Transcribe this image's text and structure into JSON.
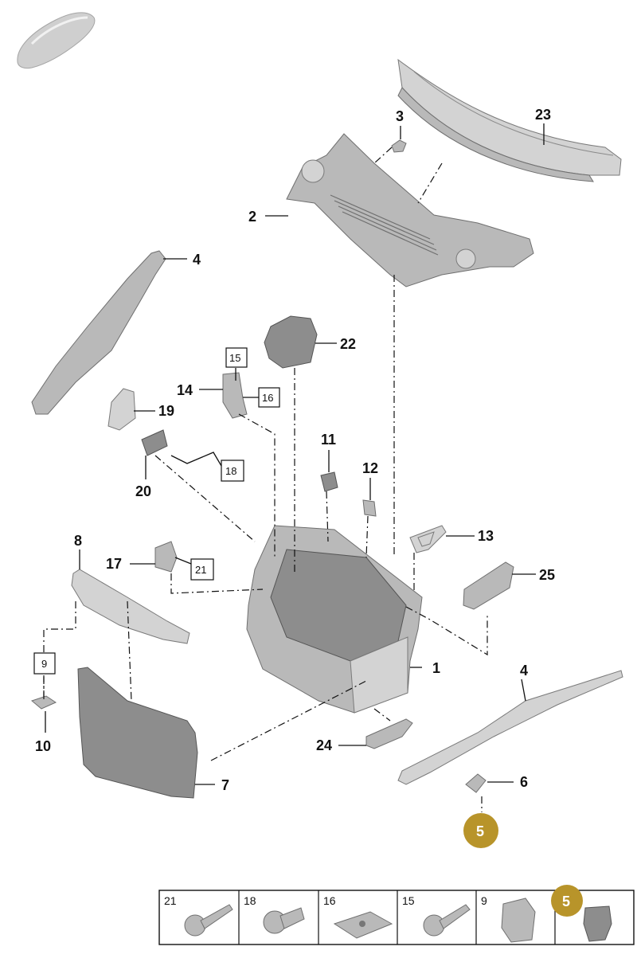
{
  "callouts": {
    "c1": "1",
    "c2": "2",
    "c3": "3",
    "c4a": "4",
    "c4b": "4",
    "c6": "6",
    "c7": "7",
    "c8": "8",
    "c10": "10",
    "c11": "11",
    "c12": "12",
    "c13": "13",
    "c14": "14",
    "c17": "17",
    "c19": "19",
    "c20": "20",
    "c22": "22",
    "c23": "23",
    "c24": "24",
    "c25": "25"
  },
  "boxed_refs": {
    "b9": "9",
    "b15": "15",
    "b16": "16",
    "b18": "18",
    "b21": "21"
  },
  "highlight_badge": {
    "label": "5",
    "color": "#b8942a"
  },
  "fastener_legend": {
    "cells": [
      {
        "num": "21",
        "icon": "screw-icon"
      },
      {
        "num": "18",
        "icon": "bolt-icon"
      },
      {
        "num": "16",
        "icon": "clip-nut-icon"
      },
      {
        "num": "15",
        "icon": "screw-icon"
      },
      {
        "num": "9",
        "icon": "spring-clip-icon"
      },
      {
        "num": "5",
        "icon": "push-clip-icon",
        "highlighted": true
      }
    ]
  }
}
